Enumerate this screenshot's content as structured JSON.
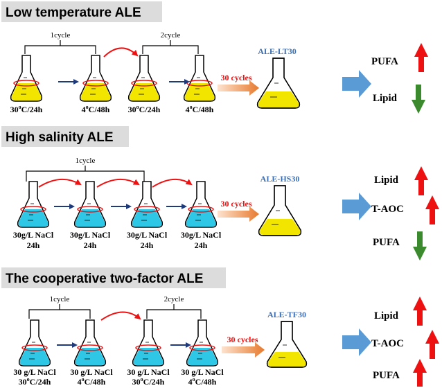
{
  "sections": [
    {
      "title": "Low temperature ALE",
      "brackets": [
        "1cycle",
        "2cycle"
      ],
      "flask_labels": [
        {
          "line1": "30",
          "sup": "o",
          "line2": "C/24h"
        },
        {
          "line1": "4",
          "sup": "o",
          "line2": "C/48h"
        },
        {
          "line1": "30",
          "sup": "o",
          "line2": "C/24h"
        },
        {
          "line1": "4",
          "sup": "o",
          "line2": "C/48h"
        }
      ],
      "cycles_label": "30  cycles",
      "product": "ALE-LT30",
      "results": [
        {
          "label": "PUFA",
          "direction": "up"
        },
        {
          "label": "Lipid",
          "direction": "down"
        }
      ]
    },
    {
      "title": "High salinity ALE",
      "brackets": [
        "1cycle"
      ],
      "flask_labels": [
        {
          "line1": "30g/L NaCl",
          "line2": "24h"
        },
        {
          "line1": "30g/L NaCl",
          "line2": "24h"
        },
        {
          "line1": "30g/L NaCl",
          "line2": "24h"
        },
        {
          "line1": "30g/L NaCl",
          "line2": "24h"
        }
      ],
      "cycles_label": "30  cycles",
      "product": "ALE-HS30",
      "results": [
        {
          "label": "Lipid",
          "direction": "up"
        },
        {
          "label": "T-AOC",
          "direction": "up"
        },
        {
          "label": "PUFA",
          "direction": "down"
        }
      ]
    },
    {
      "title": "The cooperative two-factor ALE",
      "brackets": [
        "1cycle",
        "2cycle"
      ],
      "flask_labels": [
        {
          "line1": "30 g/L NaCl",
          "line2a": "30",
          "sup": "o",
          "line2b": "C/24h"
        },
        {
          "line1": "30 g/L NaCl",
          "line2a": "4",
          "sup": "o",
          "line2b": "C/48h"
        },
        {
          "line1": "30 g/L NaCl",
          "line2a": "30",
          "sup": "o",
          "line2b": "C/24h"
        },
        {
          "line1": "30 g/L NaCl",
          "line2a": "4",
          "sup": "o",
          "line2b": "C/48h"
        }
      ],
      "cycles_label": "30  cycles",
      "product": "ALE-TF30",
      "results": [
        {
          "label": "Lipid",
          "direction": "up"
        },
        {
          "label": "T-AOC",
          "direction": "up"
        },
        {
          "label": "PUFA",
          "direction": "up"
        }
      ]
    }
  ],
  "colors": {
    "header_bg": "#dcdcdc",
    "yellow": "#f2e600",
    "cyan": "#2ec8e6",
    "red": "#ee1111",
    "green": "#3c8a2e",
    "navy": "#1f3a7a",
    "blue_arrow": "#5b9bd5",
    "product_text": "#3b6fb6",
    "cycles_text": "#ee1111"
  }
}
